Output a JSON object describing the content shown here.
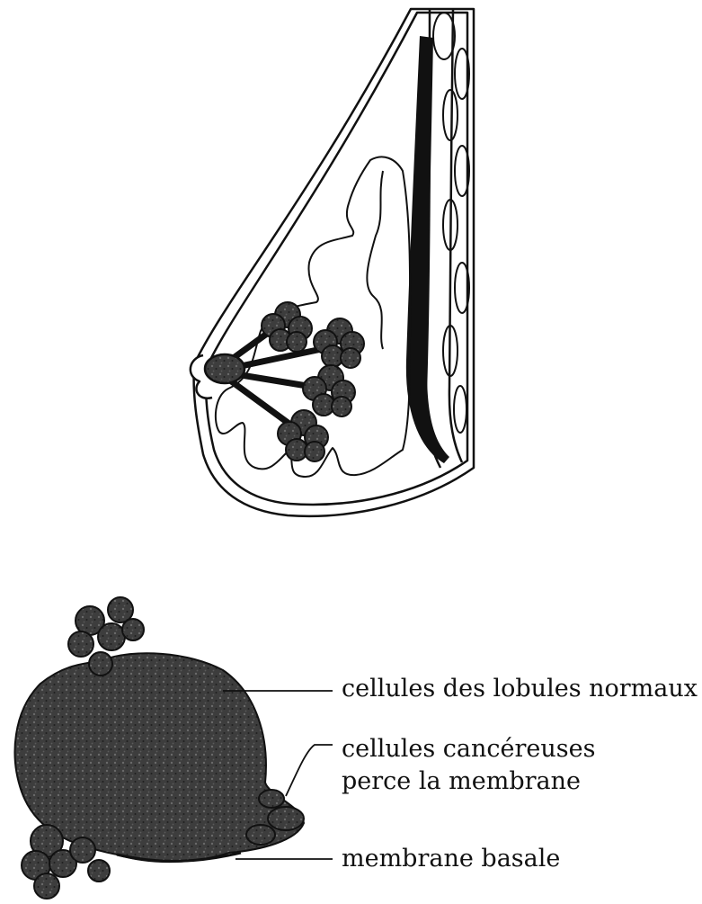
{
  "figure": {
    "ink_color": "#111111",
    "cluster_color": "#3a3a3a",
    "background": "#ffffff"
  },
  "labels": {
    "normal_lobule_cells": "cellules des lobules normaux",
    "cancer_cells_line1": "cellules cancéreuses",
    "cancer_cells_line2": "perce la membrane",
    "basal_membrane": "membrane basale"
  }
}
